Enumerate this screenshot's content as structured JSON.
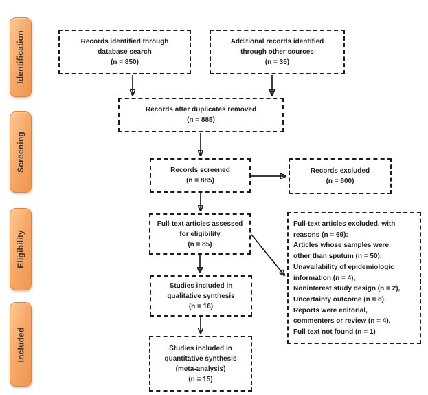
{
  "stages": {
    "identification": "Identification",
    "screening": "Screening",
    "eligibility": "Eligibility",
    "included": "Included"
  },
  "boxes": {
    "records_identified": "Records identified through\ndatabase search\n(n = 850)",
    "additional_records": "Additional records identified\nthrough other sources\n(n = 35)",
    "duplicates_removed": "Records after duplicates removed\n(n = 885)",
    "records_screened": "Records screened\n(n = 885)",
    "records_excluded": "Records excluded\n(n = 800)",
    "fulltext_assessed": "Full-text articles assessed\nfor eligibility\n(n = 85)",
    "fulltext_excluded": "Full-text articles excluded, with\nreasons (n = 69):\nArticles whose samples were\nother than sputum (n = 50),\nUnavailability of epidemiologic\ninformation (n = 4),\nNoninterest study design (n = 2),\nUncertainty outcome (n = 8),\nReports were editorial,\ncommenters or review (n = 4),\nFull text not found (n = 1)",
    "qualitative_synthesis": "Studies included in\nqualitative synthesis\n(n = 16)",
    "quantitative_synthesis": "Studies included in\nquantitative synthesis\n(meta-analysis)\n(n = 15)"
  },
  "colors": {
    "stage_fill_light": "#fcc998",
    "stage_fill_dark": "#ef9551",
    "stage_border": "#dd8443",
    "box_border": "#1c1c1c",
    "text": "#1f1f1f"
  }
}
